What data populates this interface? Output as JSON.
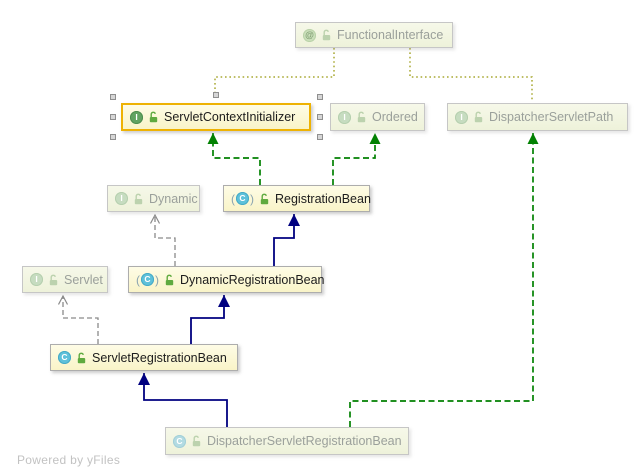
{
  "app": {
    "powered_by": "Powered by yFiles"
  },
  "colors": {
    "selection_border": "#eeb203",
    "implements_edge": "#028102",
    "extends_edge": "#000080",
    "annotation_edge": "#a8a832",
    "weak_implements_edge": "#8a8a8a",
    "node_active_bg": "#f9f4c8",
    "node_faded_bg": "#eef2da"
  },
  "nodes": [
    {
      "id": "functional-interface",
      "label": "FunctionalInterface",
      "kind": "annotation",
      "icon_letter": "@",
      "state": "faded"
    },
    {
      "id": "servlet-context-initializer",
      "label": "ServletContextInitializer",
      "kind": "interface",
      "icon_letter": "I",
      "state": "selected"
    },
    {
      "id": "ordered",
      "label": "Ordered",
      "kind": "interface",
      "icon_letter": "I",
      "state": "faded"
    },
    {
      "id": "dispatcher-servlet-path",
      "label": "DispatcherServletPath",
      "kind": "interface",
      "icon_letter": "I",
      "state": "faded"
    },
    {
      "id": "dynamic",
      "label": "Dynamic",
      "kind": "interface",
      "icon_letter": "I",
      "state": "faded"
    },
    {
      "id": "registration-bean",
      "label": "RegistrationBean",
      "kind": "abstract-class",
      "icon_letter": "C",
      "state": "active"
    },
    {
      "id": "servlet",
      "label": "Servlet",
      "kind": "interface",
      "icon_letter": "I",
      "state": "faded"
    },
    {
      "id": "dynamic-registration-bean",
      "label": "DynamicRegistrationBean",
      "kind": "abstract-class",
      "icon_letter": "C",
      "state": "active"
    },
    {
      "id": "servlet-registration-bean",
      "label": "ServletRegistrationBean",
      "kind": "class",
      "icon_letter": "C",
      "state": "active"
    },
    {
      "id": "dispatcher-servlet-registration-bean",
      "label": "DispatcherServletRegistrationBean",
      "kind": "class",
      "icon_letter": "C",
      "state": "faded"
    }
  ],
  "edges": [
    {
      "from": "FunctionalInterface",
      "to": "ServletContextInitializer",
      "type": "annotation-link"
    },
    {
      "from": "FunctionalInterface",
      "to": "DispatcherServletPath",
      "type": "annotation-link"
    },
    {
      "from": "RegistrationBean",
      "to": "ServletContextInitializer",
      "type": "implements"
    },
    {
      "from": "RegistrationBean",
      "to": "Ordered",
      "type": "implements"
    },
    {
      "from": "DynamicRegistrationBean",
      "to": "Dynamic",
      "type": "implements-weak"
    },
    {
      "from": "DynamicRegistrationBean",
      "to": "RegistrationBean",
      "type": "extends"
    },
    {
      "from": "ServletRegistrationBean",
      "to": "Servlet",
      "type": "implements-weak"
    },
    {
      "from": "ServletRegistrationBean",
      "to": "DynamicRegistrationBean",
      "type": "extends"
    },
    {
      "from": "DispatcherServletRegistrationBean",
      "to": "ServletRegistrationBean",
      "type": "extends"
    },
    {
      "from": "DispatcherServletRegistrationBean",
      "to": "DispatcherServletPath",
      "type": "implements"
    }
  ]
}
